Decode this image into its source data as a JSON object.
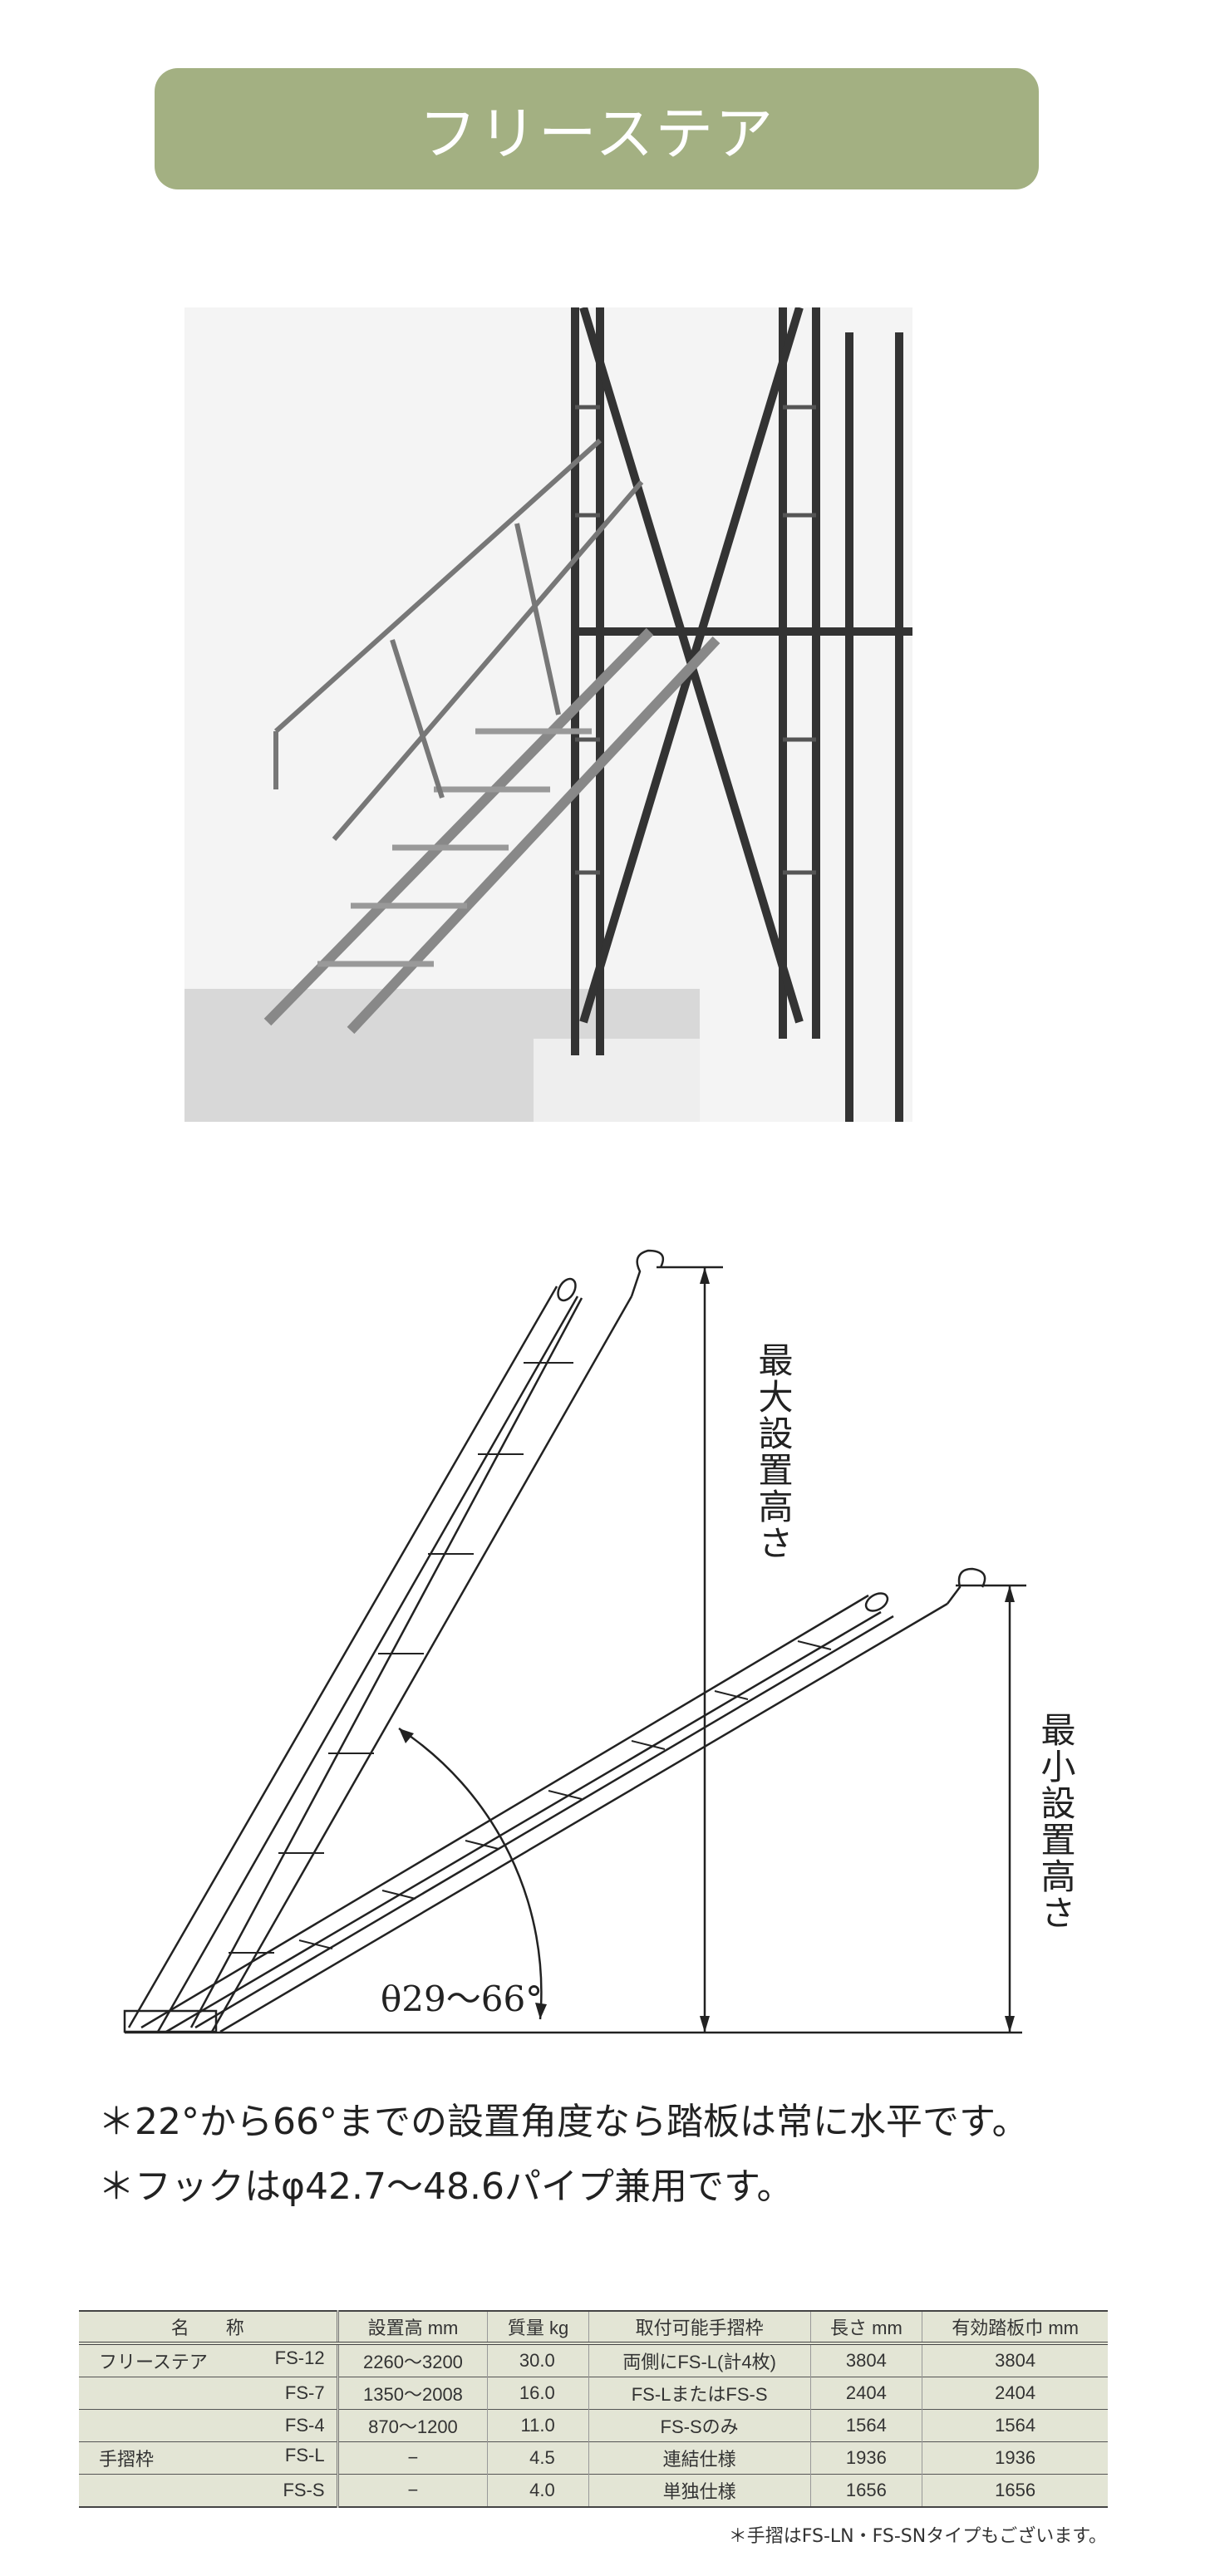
{
  "title": "フリーステア",
  "diagram": {
    "max_height_label": "最大設置高さ",
    "min_height_label": "最小設置高さ",
    "angle_label": "θ29〜66°"
  },
  "notes": [
    "＊22°から66°までの設置角度なら踏板は常に水平です。",
    "＊フックはφ42.7〜48.6パイプ兼用です。"
  ],
  "table": {
    "headers": [
      "名　　称",
      "設置高 mm",
      "質量 kg",
      "取付可能手摺枠",
      "長さ mm",
      "有効踏板巾 mm"
    ],
    "rows": [
      {
        "group": "フリーステア",
        "model": "FS-12",
        "height": "2260〜3200",
        "mass": "30.0",
        "rail": "両側にFS-L(計4枚)",
        "length": "3804",
        "width": "3804"
      },
      {
        "group": "",
        "model": "FS-7",
        "height": "1350〜2008",
        "mass": "16.0",
        "rail": "FS-LまたはFS-S",
        "length": "2404",
        "width": "2404"
      },
      {
        "group": "",
        "model": "FS-4",
        "height": "870〜1200",
        "mass": "11.0",
        "rail": "FS-Sのみ",
        "length": "1564",
        "width": "1564"
      },
      {
        "group": "手摺枠",
        "model": "FS-L",
        "height": "−",
        "mass": "4.5",
        "rail": "連結仕様",
        "length": "1936",
        "width": "1936"
      },
      {
        "group": "",
        "model": "FS-S",
        "height": "−",
        "mass": "4.0",
        "rail": "単独仕様",
        "length": "1656",
        "width": "1656"
      }
    ],
    "footnote": "＊手摺はFS-LN・FS-SNタイプもございます。"
  },
  "colors": {
    "title_bg": "#a3b082",
    "table_bg": "#e3e5d5"
  }
}
